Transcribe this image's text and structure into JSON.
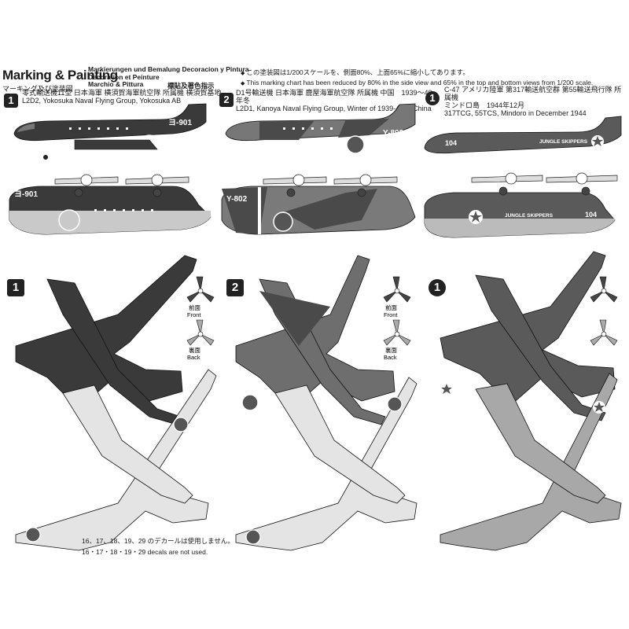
{
  "header": {
    "title": "Marking & Painting",
    "title_jp": "マーキング及び塗装図",
    "title_langs": [
      "Markierungen und Bemalung",
      "Decoration et Peinture",
      "Marchio & Pittura"
    ],
    "title_es": "Decoracion y Pintura",
    "title_zh": "標貼及著色指示",
    "scale_note_jp": "この塗装図は1/200スケールを、側面80%、上面65%に縮小してあります。",
    "scale_note_en": "This marking chart has been reduced by 80% in the side view and 65% in the top and bottom views from 1/200 scale."
  },
  "schemes": [
    {
      "badge": "1",
      "line1": "零式輸送機11型 日本海軍 横須賀海軍航空隊 所属機 横須賀基地",
      "line2": "L2D2, Yokosuka Naval Flying Group, Yokosuka AB",
      "tail_code": "ヨ-901"
    },
    {
      "badge": "2",
      "line1": "D1号輸送機 日本海軍 鹿屋海軍航空隊 所属機 中国　1939～40年冬",
      "line2": "L2D1, Kanoya Naval Flying Group, Winter of 1939-40 in China",
      "tail_code": "Y-802"
    },
    {
      "badge": "1",
      "line1": "C-47 アメリカ陸軍 第317輸送航空群 第55輸送飛行隊 所属機",
      "line2": "ミンドロ島　1944年12月",
      "line3": "317TCG, 55TCS, Mindoro in December 1944",
      "nose_name": "JUNGLE SKIPPERS",
      "tail_code": "104"
    }
  ],
  "prop_views": {
    "front_jp": "前面",
    "front_en": "Front",
    "back_jp": "裏面",
    "back_en": "Back"
  },
  "decal_note": {
    "jp": "16、17、18、19、29 のデカールは使用しません。",
    "en": "16・17・18・19・29 decals are not used."
  },
  "colors": {
    "dark_green": "#3a3a3a",
    "mid_grey": "#7a7a7a",
    "light_grey": "#cfcfcf",
    "underside": "#e4e4e4",
    "us_olive": "#5a5a5a",
    "camo_tan": "#9a9a9a",
    "camo_dark": "#5c5c5c",
    "callout_box": "#222222"
  }
}
